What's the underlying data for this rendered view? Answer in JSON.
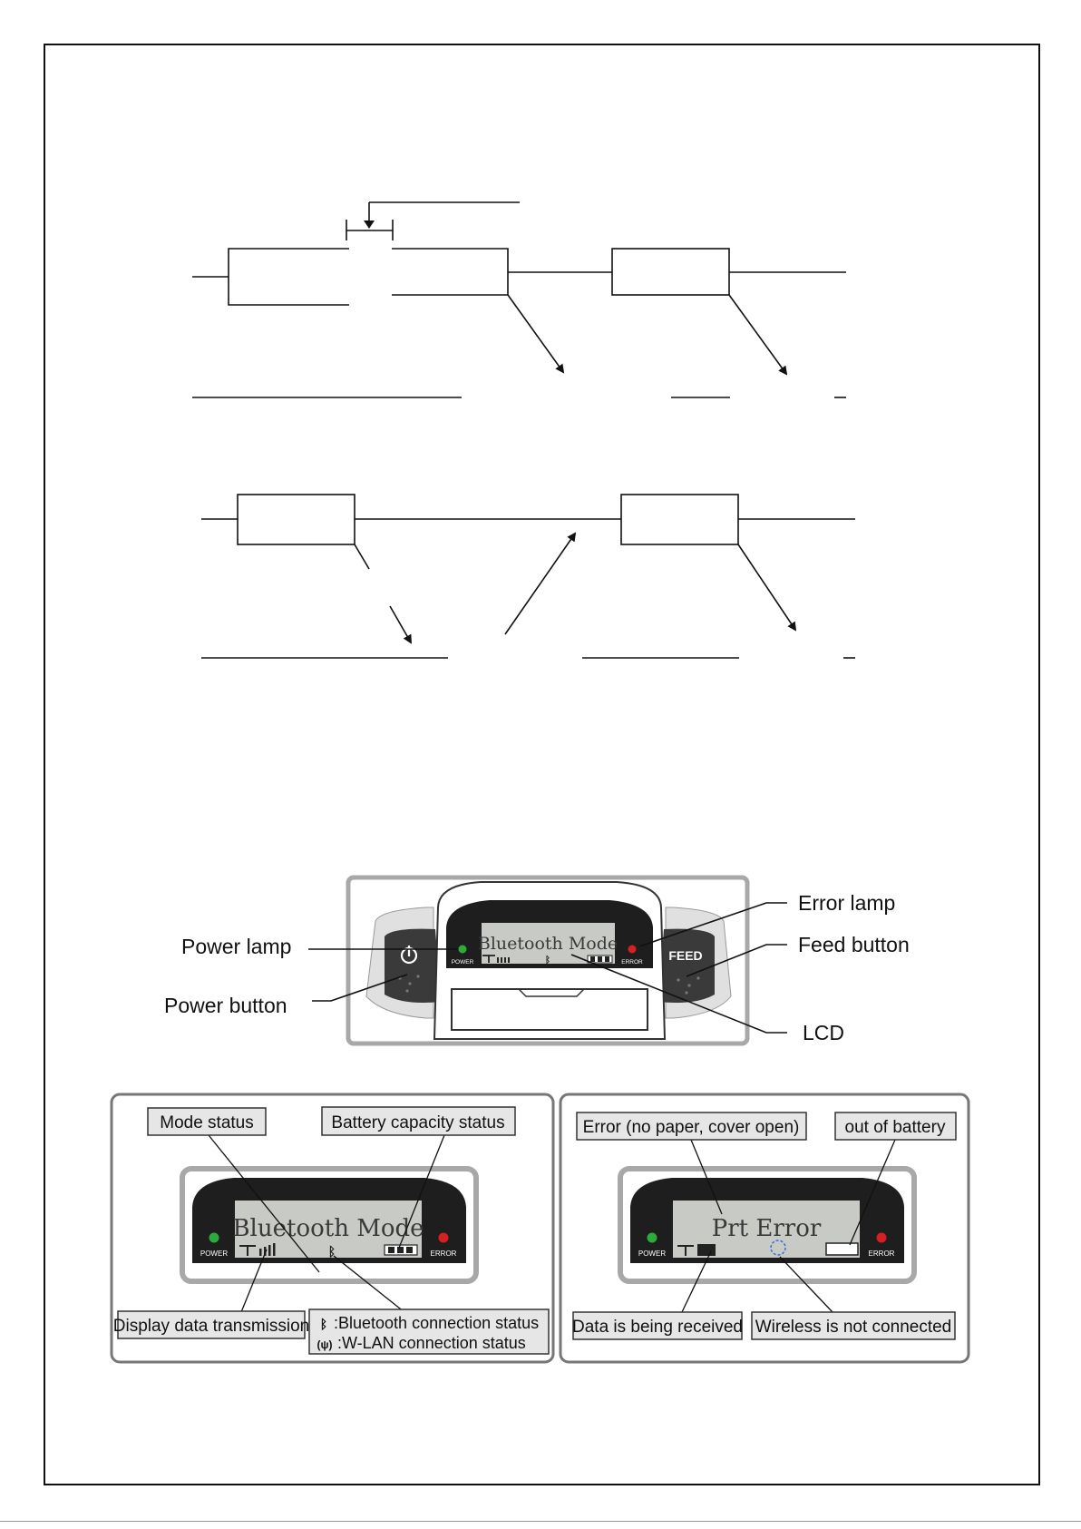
{
  "callouts": {
    "error_lamp": "Error lamp",
    "power_lamp": "Power lamp",
    "feed_button": "Feed button",
    "power_button": "Power button",
    "lcd": "LCD"
  },
  "device": {
    "lcd_text": "Bluetooth Mode",
    "power_label": "POWER",
    "error_label": "ERROR",
    "feed_label": "FEED"
  },
  "panel_left": {
    "lcd_text": "Bluetooth Mode",
    "mode_status": "Mode status",
    "battery_capacity_status": "Battery capacity status",
    "display_data_transmission": "Display data transmission",
    "bt_status": ":Bluetooth connection status",
    "wlan_status": ":W-LAN connection status"
  },
  "panel_right": {
    "lcd_text": "Prt Error",
    "error_note": "Error (no paper, cover open)",
    "out_of_battery": "out of battery",
    "data_received": "Data is being received",
    "wireless_not_connected": "Wireless is not connected"
  },
  "colors": {
    "power_led": "#2eaa3a",
    "error_led": "#d42020",
    "lcd_bg": "#c8cac6",
    "bezel": "#1e1e1e"
  }
}
